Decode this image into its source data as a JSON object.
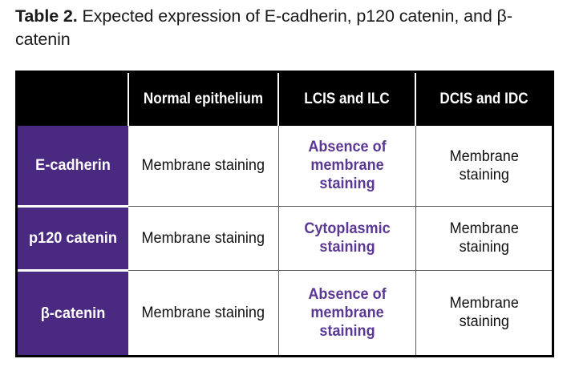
{
  "caption": {
    "label": "Table 2.",
    "text": " Expected expression of E-cadherin, p120 catenin, and β-catenin"
  },
  "colors": {
    "stub_fill": "#4a2a80",
    "highlight_text": "#5a3894",
    "header_fill": "#000000",
    "header_text": "#ffffff",
    "body_text": "#111111",
    "grid_line": "#5a5a5a",
    "table_border": "#000000"
  },
  "table": {
    "headers": [
      "",
      "Normal epithelium",
      "LCIS and ILC",
      "DCIS and IDC"
    ],
    "rows": [
      {
        "stub": "E-cadherin",
        "cells": [
          {
            "text": "Membrane staining",
            "highlight": false
          },
          {
            "text": "Absence of membrane staining",
            "highlight": true
          },
          {
            "text": "Membrane staining",
            "highlight": false
          }
        ]
      },
      {
        "stub": "p120 catenin",
        "cells": [
          {
            "text": "Membrane staining",
            "highlight": false
          },
          {
            "text": "Cytoplasmic staining",
            "highlight": true
          },
          {
            "text": "Membrane staining",
            "highlight": false
          }
        ]
      },
      {
        "stub": "β-catenin",
        "cells": [
          {
            "text": "Membrane staining",
            "highlight": false
          },
          {
            "text": "Absence of membrane staining",
            "highlight": true
          },
          {
            "text": "Membrane staining",
            "highlight": false
          }
        ]
      }
    ]
  }
}
